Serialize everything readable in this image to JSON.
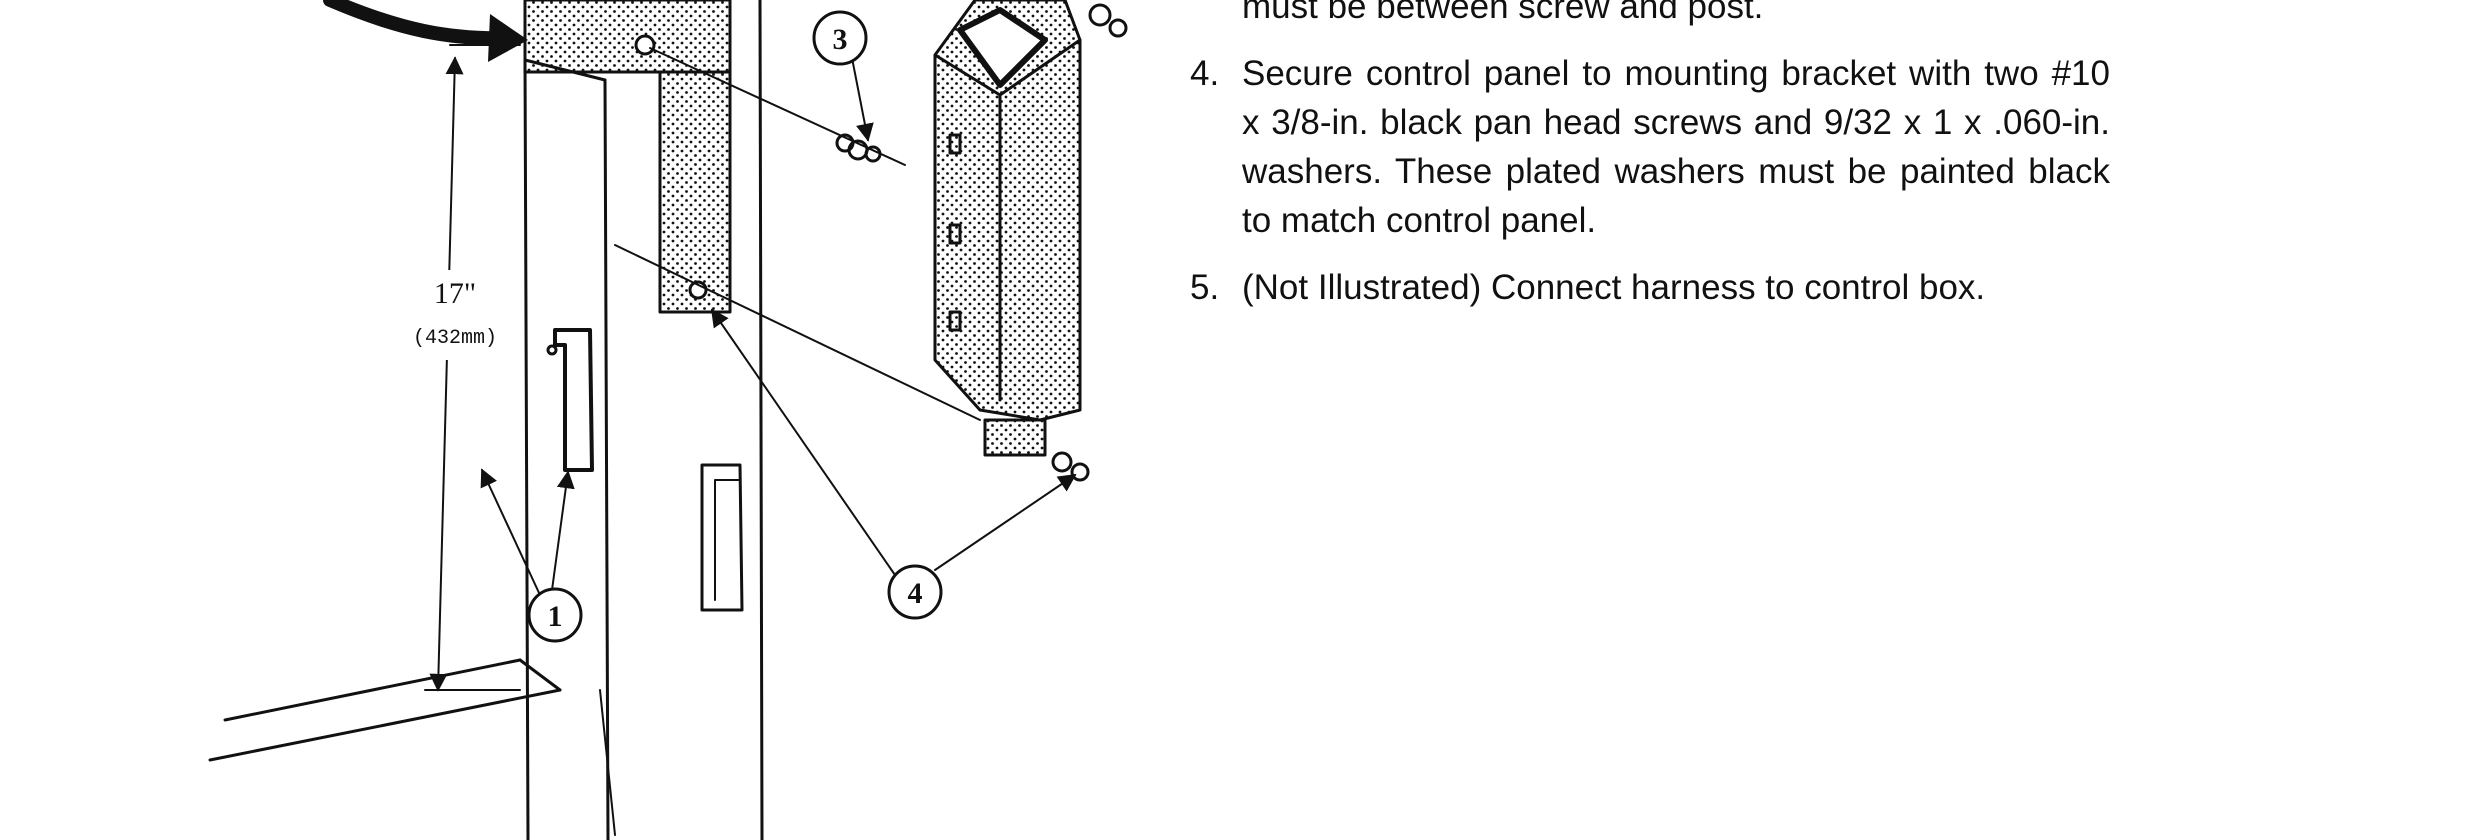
{
  "figure": {
    "dimension_value": "17\"",
    "dimension_metric": "(432mm)",
    "callouts": {
      "c1": "1",
      "c3": "3",
      "c4": "4"
    }
  },
  "steps": [
    {
      "number": "",
      "text": "must be between screw and post."
    },
    {
      "number": "4.",
      "text": "Secure control panel to mounting bracket with two #10 x 3/8-in. black pan head screws and 9/32 x 1 x .060-in. washers. These plated washers must be painted black to match control panel."
    },
    {
      "number": "5.",
      "text": "(Not Illustrated) Connect harness to control box."
    }
  ],
  "colors": {
    "ink": "#111111",
    "background": "#ffffff"
  }
}
